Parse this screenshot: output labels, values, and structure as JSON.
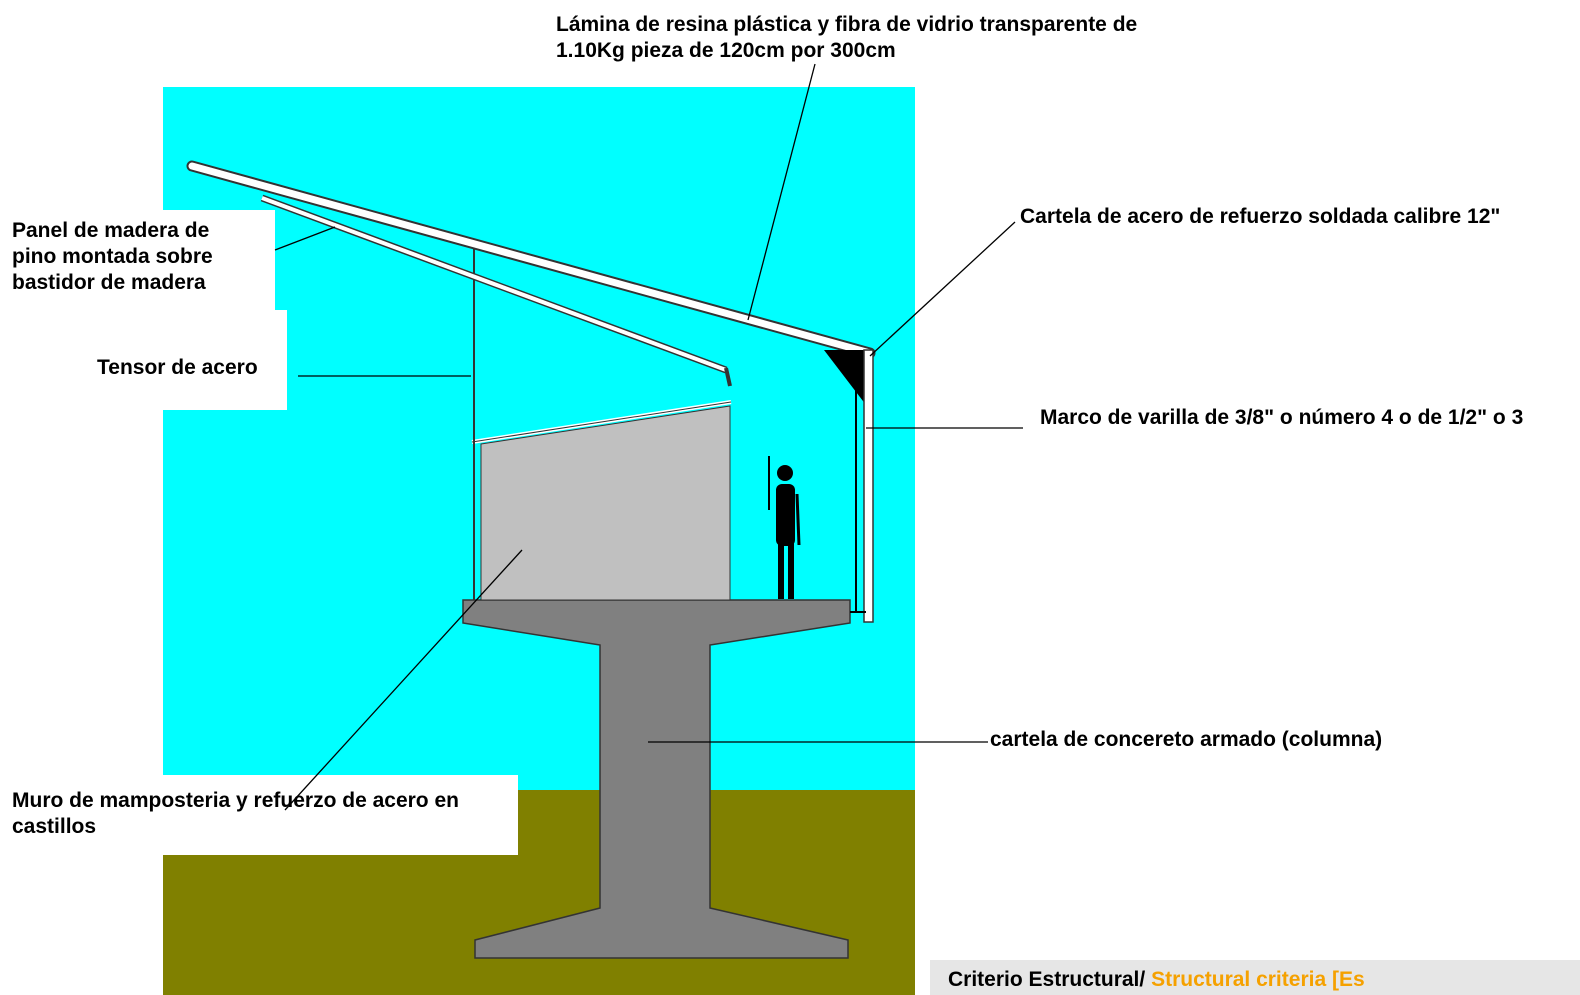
{
  "labels": {
    "lamina": [
      "Lámina de resina plástica y fibra de vidrio transparente de",
      "1.10Kg pieza de 120cm por 300cm"
    ],
    "panel": [
      "Panel de madera de",
      "pino montada sobre",
      "bastidor de madera"
    ],
    "tensor": "Tensor de acero",
    "cartela_acero": "Cartela de acero de refuerzo soldada calibre 12\"",
    "marco": "Marco de varilla de 3/8\" o número 4 o de 1/2\" o 3",
    "cartela_concreto": "cartela de concereto armado (columna)",
    "muro": [
      "Muro de mamposteria y refuerzo de acero en",
      "castillos"
    ]
  },
  "caption": {
    "spanish": "Criterio Estructural/ ",
    "english": "Structural criteria [Es"
  },
  "colors": {
    "sky": "#00ffff",
    "ground": "#808000",
    "concrete": "#808080",
    "wall": "#c0c0c0",
    "caption_bg": "#e6e6e6",
    "caption_accent": "#f5a100"
  }
}
